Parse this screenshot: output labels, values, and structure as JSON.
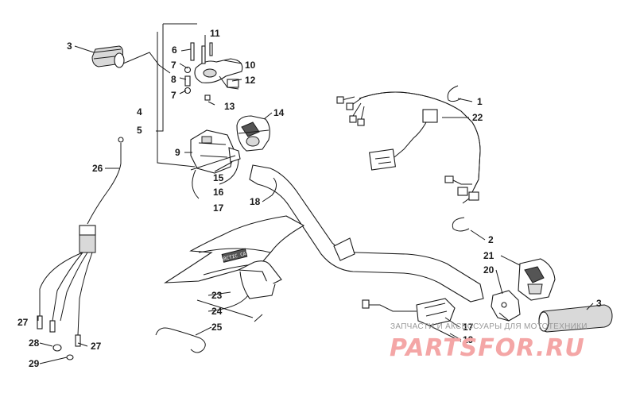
{
  "callouts": {
    "c1": "1",
    "c2": "2",
    "c3a": "3",
    "c3b": "3",
    "c4": "4",
    "c5": "5",
    "c6": "6",
    "c7a": "7",
    "c7b": "7",
    "c8": "8",
    "c9": "9",
    "c10": "10",
    "c11": "11",
    "c12": "12",
    "c13": "13",
    "c14": "14",
    "c15": "15",
    "c16": "16",
    "c17a": "17",
    "c17b": "17",
    "c18": "18",
    "c19": "19",
    "c20": "20",
    "c21": "21",
    "c22": "22",
    "c23": "23",
    "c24": "24",
    "c25": "25",
    "c26": "26",
    "c27a": "27",
    "c27b": "27",
    "c28": "28",
    "c29": "29"
  },
  "watermark": {
    "caption": "ЗАПЧАСТИ И АКСЕССУАРЫ ДЛЯ МОТОТЕХНИКИ",
    "brand": "PARTSFOR.RU"
  },
  "colors": {
    "line": "#1a1a1a",
    "watermark_brand": "#f4a6a6",
    "watermark_caption": "#9a9a9a"
  }
}
